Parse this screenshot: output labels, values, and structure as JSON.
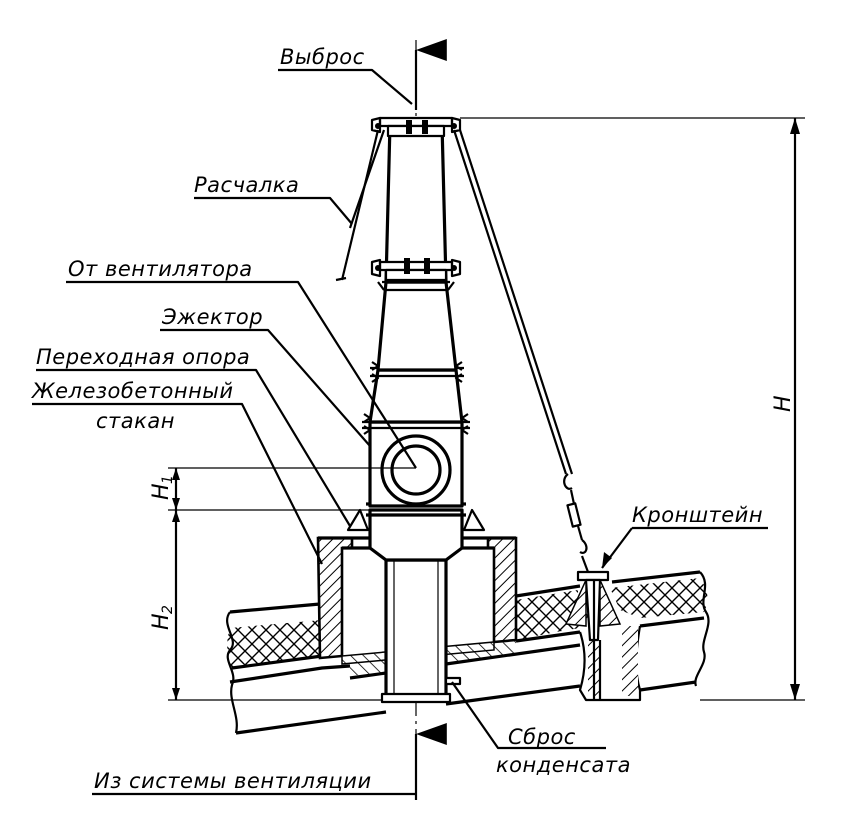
{
  "labels": {
    "vybros": "Выброс",
    "raschalka": "Расчалка",
    "ot_ventilyatora": "От вентилятора",
    "ezhektor": "Эжектор",
    "perekhodnaya_opora": "Переходная опора",
    "zhelezobetonny_line1": "Железобетонный",
    "zhelezobetonny_line2": "стакан",
    "kronshtein": "Кронштейн",
    "sbros_line1": "Сброс",
    "sbros_line2": "конденсата",
    "iz_sistemy": "Из системы вентиляции"
  },
  "dimensions": {
    "H": "H",
    "H1_letter": "H",
    "H1_sub": "1",
    "H2_letter": "H",
    "H2_sub": "2"
  }
}
